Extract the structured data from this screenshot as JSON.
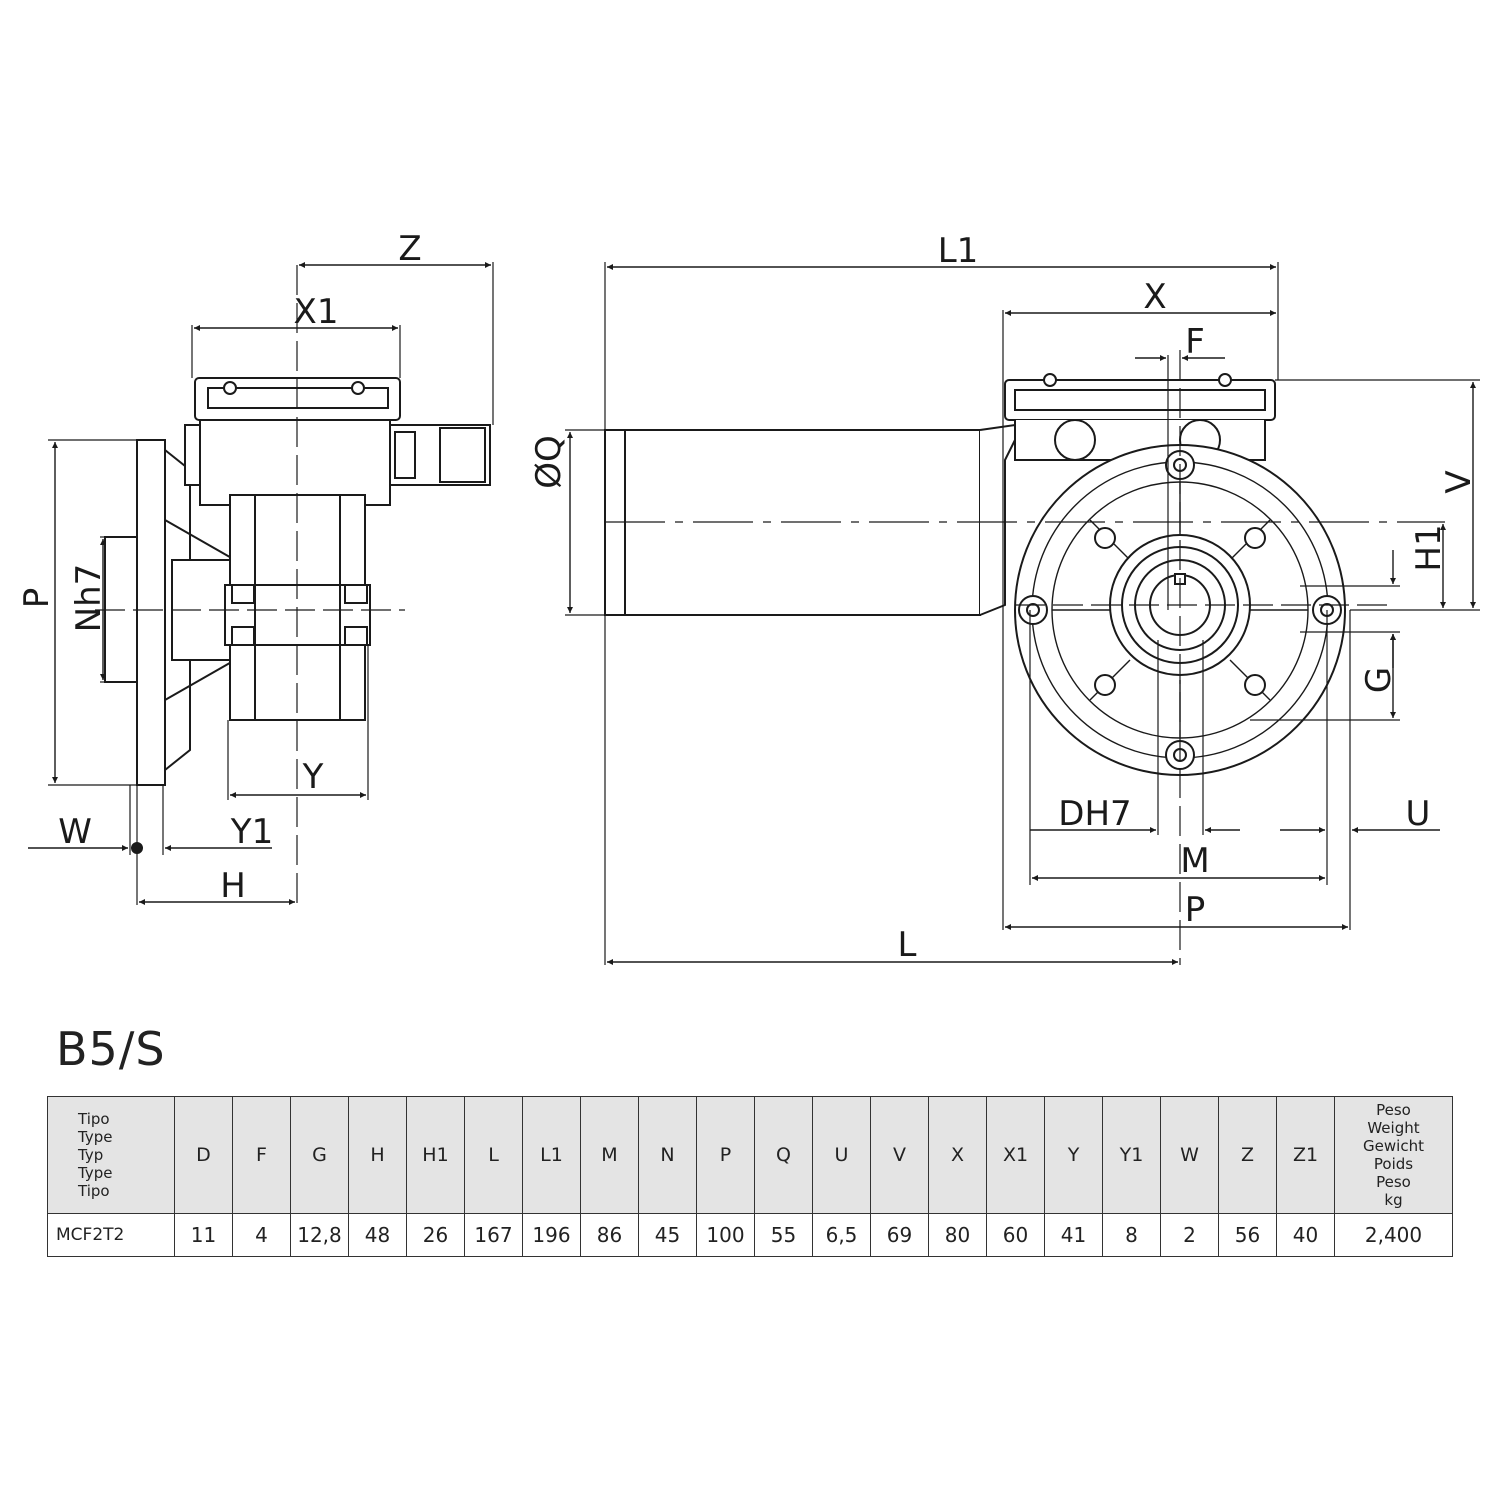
{
  "drawing": {
    "left_view_labels": {
      "z": "Z",
      "x1": "X1",
      "p": "P",
      "nh7": "Nh7",
      "y": "Y",
      "w": "W",
      "y1": "Y1",
      "h": "H"
    },
    "right_view_labels": {
      "l1": "L1",
      "x": "X",
      "f": "F",
      "q": "ØQ",
      "v": "V",
      "h1": "H1",
      "g": "G",
      "dh7": "DH7",
      "u": "U",
      "m": "M",
      "p": "P",
      "l": "L"
    }
  },
  "table": {
    "title": "B5/S",
    "type_header": [
      "Tipo",
      "Type",
      "Typ",
      "Type",
      "Tipo"
    ],
    "columns": [
      "D",
      "F",
      "G",
      "H",
      "H1",
      "L",
      "L1",
      "M",
      "N",
      "P",
      "Q",
      "U",
      "V",
      "X",
      "X1",
      "Y",
      "Y1",
      "W",
      "Z",
      "Z1"
    ],
    "weight_header": [
      "Peso",
      "Weight",
      "Gewicht",
      "Poids",
      "Peso",
      "kg"
    ],
    "rows": [
      {
        "type": "MCF2T2",
        "values": [
          "11",
          "4",
          "12,8",
          "48",
          "26",
          "167",
          "196",
          "86",
          "45",
          "100",
          "55",
          "6,5",
          "69",
          "80",
          "60",
          "41",
          "8",
          "2",
          "56",
          "40"
        ],
        "weight": "2,400"
      }
    ]
  }
}
